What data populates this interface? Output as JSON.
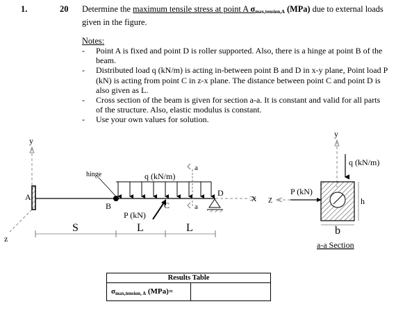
{
  "question": {
    "number": "1.",
    "points": "20",
    "text_before": "Determine the ",
    "text_underlined": "maximum tensile stress at point A ",
    "sigma": "σ",
    "sigma_subscript": "max,tension,A",
    "units": " (MPa)",
    "text_after": " due to external loads given in the figure."
  },
  "notes": {
    "title": "Notes:",
    "items": [
      "Point A is fixed and point D is roller supported. Also, there is a hinge at point B of the beam.",
      "Distributed load q (kN/m) is acting in-between point B and D in x-y plane, Point load P (kN) is acting from point C in z-x plane. The distance between point C and point D is also given as L.",
      "Cross section of the beam is given for section a-a. It is constant and valid for all parts of the structure. Also, elastic modulus is constant.",
      "Use your own values for solution."
    ]
  },
  "figure": {
    "axis_y": "y",
    "axis_z": "z",
    "axis_x": "X",
    "point_a": "A",
    "point_b": "B",
    "point_c": "C",
    "point_d": "D",
    "hinge_label": "hinge",
    "q_label": "q (kN/m)",
    "p_label": "P (kN)",
    "section_mark": "a",
    "dim_s": "S",
    "dim_l1": "L",
    "dim_l2": "L",
    "section": {
      "axis_y": "y",
      "axis_z": "Z",
      "q_label": "q (kN/m)",
      "p_label": "P (kN)",
      "dim_h": "h",
      "dim_b": "b",
      "title": "a-a Section"
    }
  },
  "results_table": {
    "title": "Results Table",
    "sigma": "σ",
    "label_subscript": "max,tension, A",
    "label_units": " (MPa)=",
    "value": ""
  }
}
